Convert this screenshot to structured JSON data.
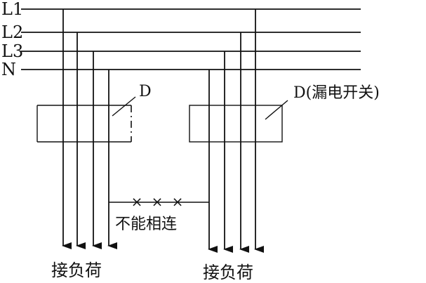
{
  "bus": {
    "l1": "L1",
    "l2": "L2",
    "l3": "L3",
    "n": "N"
  },
  "devices": {
    "left_label": "D",
    "right_label": "D(漏电开关)"
  },
  "crossing": {
    "label": "不能相连",
    "mark_glyph": "×"
  },
  "loads": {
    "left": "接负荷",
    "right": "接负荷"
  }
}
